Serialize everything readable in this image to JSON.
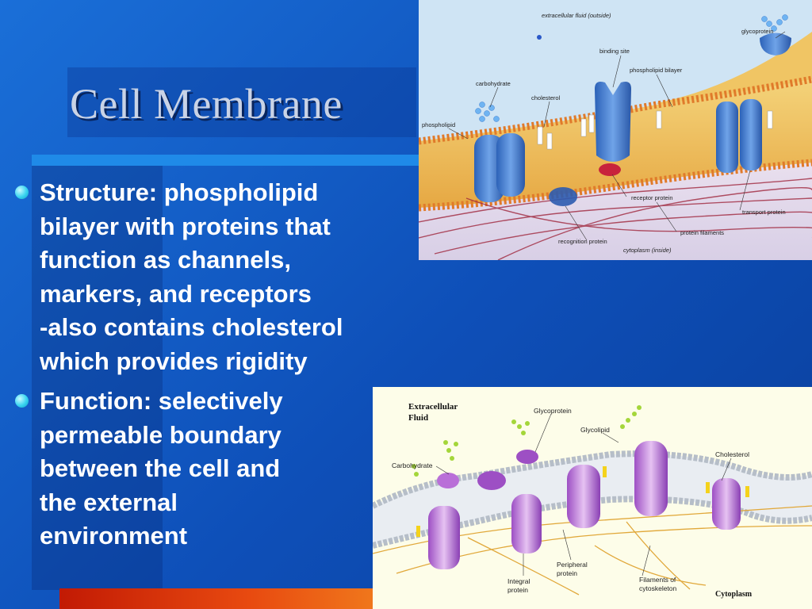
{
  "slide": {
    "title": "Cell Membrane",
    "bullets": [
      {
        "text": "Structure: phospholipid\nbilayer with proteins that\nfunction as channels,\nmarkers, and receptors\n-also contains cholesterol\nwhich provides rigidity"
      },
      {
        "text": "Function: selectively\npermeable boundary\nbetween the cell and\nthe external\nenvironment"
      }
    ],
    "colors": {
      "background": "#1060d0",
      "title": "#c9d3e6",
      "bullet": "#37d4f0",
      "accent_bar": "#e84a10"
    }
  },
  "figure_top": {
    "labels": {
      "extracellular": "extracellular fluid (outside)",
      "glycoprotein": "glycoprotein",
      "binding_site": "binding site",
      "phospholipid_bilayer": "phospholipid bilayer",
      "carbohydrate": "carbohydrate",
      "cholesterol": "cholesterol",
      "phospholipid": "phospholipid",
      "receptor_protein": "receptor protein",
      "transport_protein": "transport protein",
      "protein_filaments": "protein filaments",
      "recognition_protein": "recognition protein",
      "cytoplasm": "cytoplasm (inside)"
    }
  },
  "figure_bottom": {
    "labels": {
      "extracellular_1": "Extracellular",
      "extracellular_2": "Fluid",
      "glycoprotein": "Glycoprotein",
      "glycolipid": "Glycolipid",
      "carbohydrate": "Carbohydrate",
      "cholesterol": "Cholesterol",
      "peripheral_1": "Peripheral",
      "peripheral_2": "protein",
      "integral_1": "Integral",
      "integral_2": "protein",
      "filaments_1": "Filaments of",
      "filaments_2": "cytoskeleton",
      "cytoplasm": "Cytoplasm"
    }
  }
}
